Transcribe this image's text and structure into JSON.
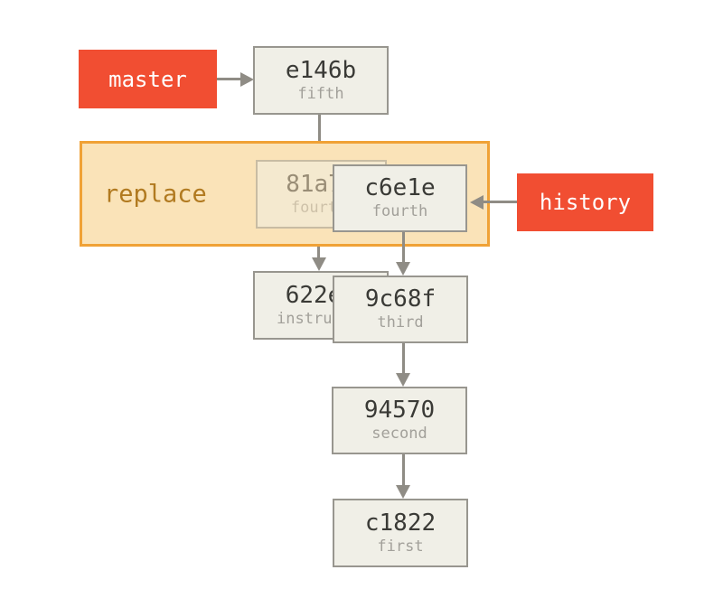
{
  "figure": {
    "type": "git-commit-graph",
    "background": "#ffffff"
  },
  "colors": {
    "branch_label_bg": "#f14e32",
    "branch_label_text": "#ffffff",
    "commit_box_bg": "#f0efe7",
    "commit_box_border": "#98968f",
    "commit_id_text": "#3a3a36",
    "commit_message_text": "#a2a09a",
    "replace_region_bg": "#fae3b8",
    "replace_region_border": "#f0a236",
    "replace_label_text": "#b17a20",
    "arrow": "#8f8c85"
  },
  "branch_labels": {
    "master": "master",
    "history": "history"
  },
  "regions": {
    "replace": {
      "label": "replace"
    }
  },
  "commits": {
    "e146b": {
      "id": "e146b",
      "message": "fifth"
    },
    "c81a7": {
      "id": "81a7",
      "message": "fourt"
    },
    "c6e1e": {
      "id": "c6e1e",
      "message": "fourth"
    },
    "c622e": {
      "id": "622e",
      "message": "instruct"
    },
    "c9c68f": {
      "id": "9c68f",
      "message": "third"
    },
    "c94570": {
      "id": "94570",
      "message": "second"
    },
    "c1822": {
      "id": "c1822",
      "message": "first"
    }
  }
}
